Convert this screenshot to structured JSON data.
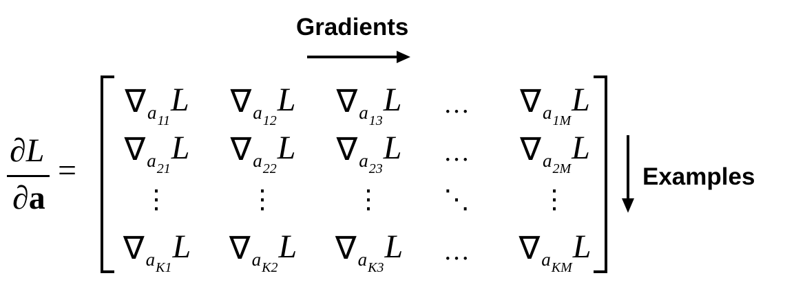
{
  "labels": {
    "top": "Gradients",
    "right": "Examples"
  },
  "lhs": {
    "numerator_d": "∂",
    "numerator_var": "L",
    "denominator_d": "∂",
    "denominator_var": "a",
    "equals": "="
  },
  "matrix": {
    "nabla": "∇",
    "base": "a",
    "loss": "L",
    "hdots": "…",
    "vdots": "⋮",
    "ddots": "⋱",
    "rows": [
      [
        {
          "type": "grad",
          "sub": "11"
        },
        {
          "type": "grad",
          "sub": "12"
        },
        {
          "type": "grad",
          "sub": "13"
        },
        {
          "type": "hdots"
        },
        {
          "type": "grad",
          "sub": "1M"
        }
      ],
      [
        {
          "type": "grad",
          "sub": "21"
        },
        {
          "type": "grad",
          "sub": "22"
        },
        {
          "type": "grad",
          "sub": "23"
        },
        {
          "type": "hdots"
        },
        {
          "type": "grad",
          "sub": "2M"
        }
      ],
      [
        {
          "type": "vdots"
        },
        {
          "type": "vdots"
        },
        {
          "type": "vdots"
        },
        {
          "type": "ddots"
        },
        {
          "type": "vdots"
        }
      ],
      [
        {
          "type": "grad",
          "sub": "K1"
        },
        {
          "type": "grad",
          "sub": "K2"
        },
        {
          "type": "grad",
          "sub": "K3"
        },
        {
          "type": "hdots"
        },
        {
          "type": "grad",
          "sub": "KM"
        }
      ]
    ]
  }
}
